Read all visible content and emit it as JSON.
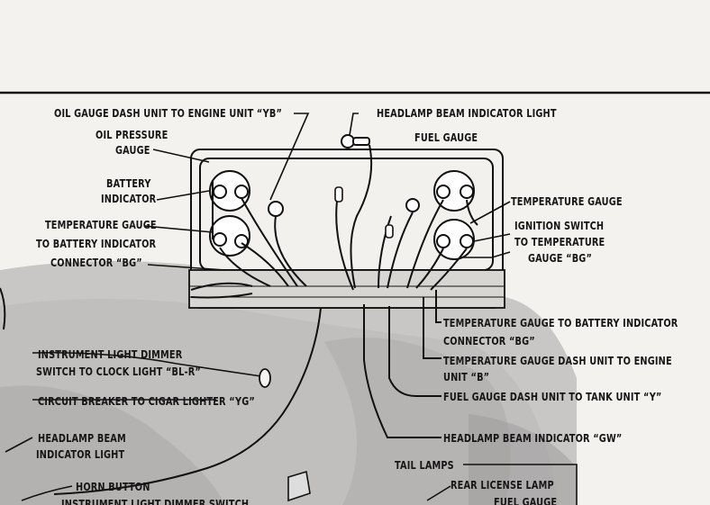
{
  "labels": {
    "oil_gauge_dash_unit": "OIL GAUGE DASH UNIT TO ENGINE UNIT “YB”",
    "headlamp_beam_indicator_light": "HEADLAMP BEAM INDICATOR LIGHT",
    "oil_pressure_gauge_1": "OIL PRESSURE",
    "oil_pressure_gauge_2": "GAUGE",
    "fuel_gauge": "FUEL GAUGE",
    "battery_indicator_1": "BATTERY",
    "battery_indicator_2": "INDICATOR",
    "temperature_gauge": "TEMPERATURE GAUGE",
    "temp_to_batt_left_1": "TEMPERATURE GAUGE",
    "temp_to_batt_left_2": "TO BATTERY INDICATOR",
    "temp_to_batt_left_3": "CONNECTOR “BG”",
    "ignition_switch_1": "IGNITION SWITCH",
    "ignition_switch_2": "TO TEMPERATURE",
    "ignition_switch_3": "GAUGE “BG”",
    "temp_to_batt_right_1": "TEMPERATURE GAUGE TO BATTERY INDICATOR",
    "temp_to_batt_right_2": "CONNECTOR “BG”",
    "temp_dash_unit_1": "TEMPERATURE GAUGE DASH UNIT TO ENGINE",
    "temp_dash_unit_2": "UNIT “B”",
    "fuel_gauge_dash_unit": "FUEL GAUGE DASH UNIT TO TANK UNIT “Y”",
    "headlamp_beam_indicator": "HEADLAMP BEAM INDICATOR “GW”",
    "instrument_light_dimmer_1": "INSTRUMENT LIGHT DIMMER",
    "instrument_light_dimmer_2": "SWITCH TO CLOCK LIGHT “BL-R”",
    "circuit_breaker": "CIRCUIT BREAKER TO CIGAR LIGHTER “YG”",
    "headlamp_beam_indicator_light_1": "HEADLAMP BEAM",
    "headlamp_beam_indicator_light_2": "INDICATOR LIGHT",
    "tail_lamps": "TAIL LAMPS",
    "horn_button": "HORN BUTTON",
    "rear_license_lamp": "REAR LICENSE LAMP",
    "instrument_light_dimmer_switch": "INSTRUMENT LIGHT DIMMER SWITCH",
    "fuel_gauge_bottom": "FUEL GAUGE"
  }
}
